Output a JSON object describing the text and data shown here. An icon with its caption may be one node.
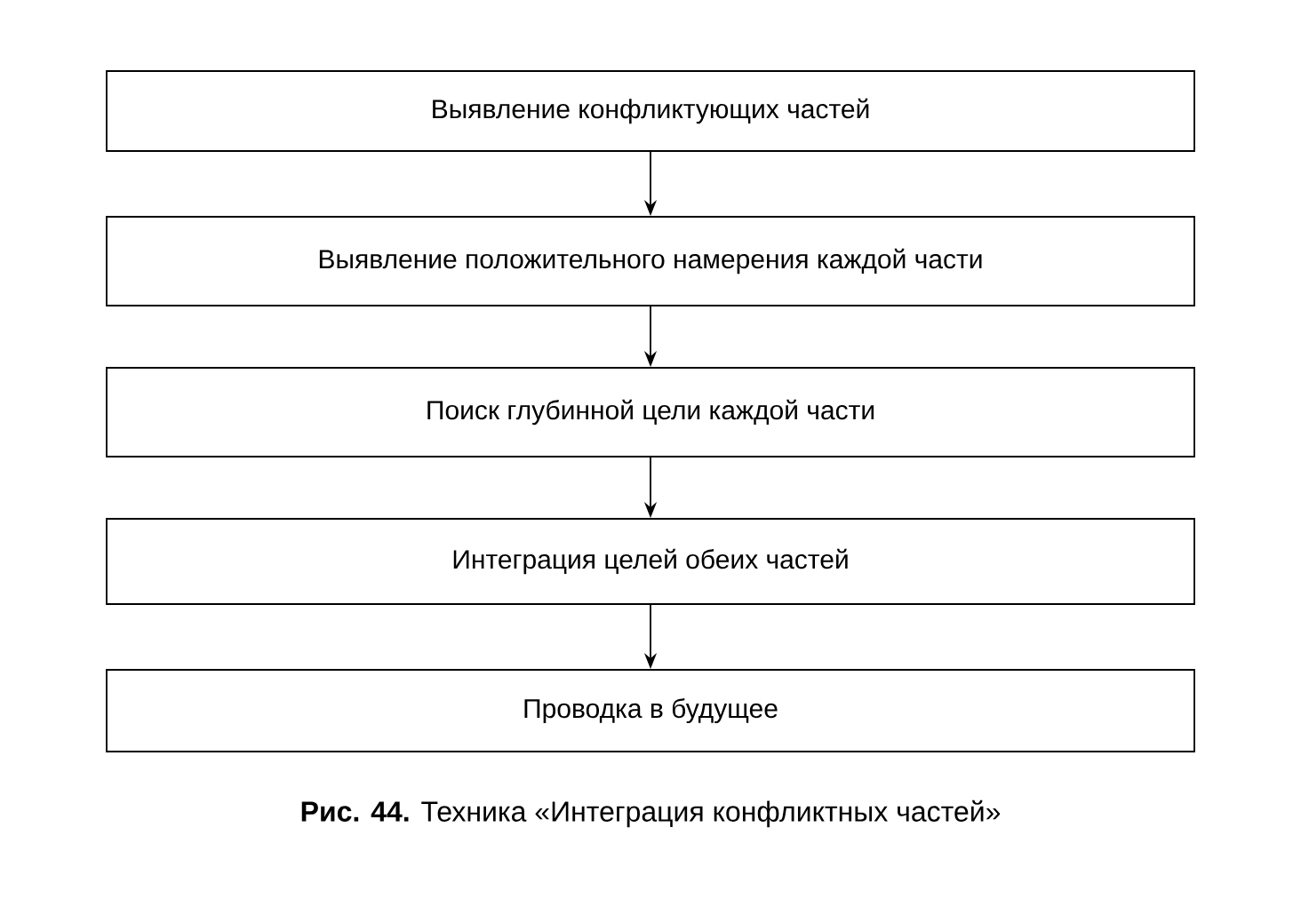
{
  "diagram": {
    "caption": "**Рис. 44.** Техника «Интеграция конфликтных частей»",
    "nodes": [
      {
        "text": [
          "Выявление конфликтующих частей"
        ]
      },
      {
        "text": [
          "Выявление положительного намерения каждой части"
        ]
      },
      {
        "text": [
          "Поиск глубинной цели каждой части"
        ]
      },
      {
        "text": [
          "Интеграция целей обеих частей"
        ]
      },
      {
        "text": [
          "Проводка в  будущее"
        ]
      }
    ],
    "edges": [
      {
        "from": 0,
        "to": 1,
        "arrow": "to"
      },
      {
        "from": 1,
        "to": 2,
        "arrow": "to"
      },
      {
        "from": 2,
        "to": 3,
        "arrow": "to"
      },
      {
        "from": 3,
        "to": 4,
        "arrow": "to"
      }
    ]
  }
}
